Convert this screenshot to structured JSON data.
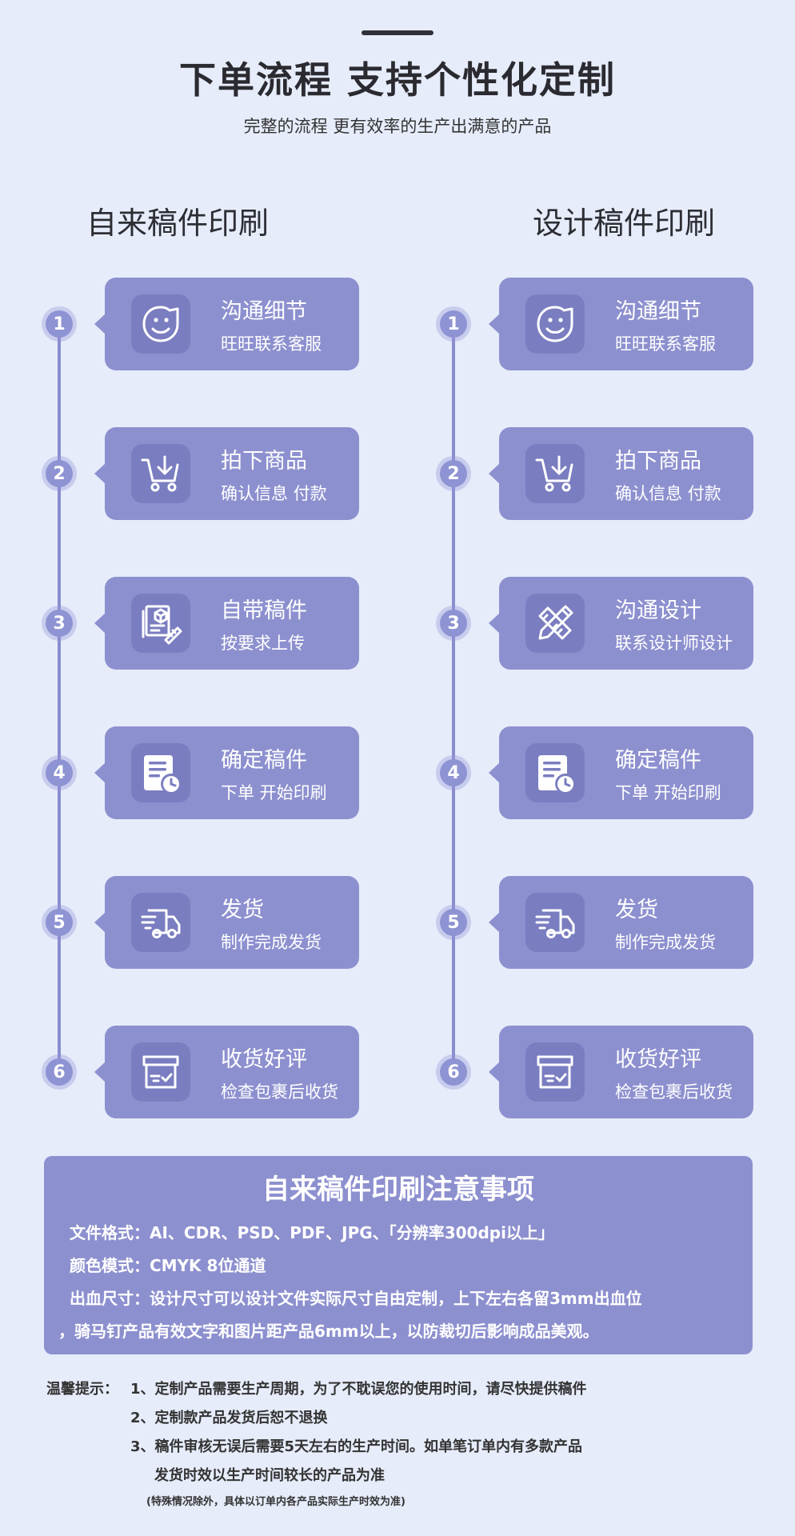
{
  "header": {
    "title": "下单流程 支持个性化定制",
    "subtitle": "完整的流程 更有效率的生产出满意的产品"
  },
  "columns": [
    {
      "title": "自来稿件印刷",
      "steps": [
        {
          "num": "1",
          "icon": "chat-bubble-icon",
          "title": "沟通细节",
          "sub": "旺旺联系客服"
        },
        {
          "num": "2",
          "icon": "cart-download-icon",
          "title": "拍下商品",
          "sub": "确认信息 付款"
        },
        {
          "num": "3",
          "icon": "document-ruler-icon",
          "title": "自带稿件",
          "sub": "按要求上传"
        },
        {
          "num": "4",
          "icon": "document-clock-icon",
          "title": "确定稿件",
          "sub": "下单 开始印刷"
        },
        {
          "num": "5",
          "icon": "delivery-truck-icon",
          "title": "发货",
          "sub": "制作完成发货"
        },
        {
          "num": "6",
          "icon": "package-box-icon",
          "title": "收货好评",
          "sub": "检查包裹后收货"
        }
      ]
    },
    {
      "title": "设计稿件印刷",
      "steps": [
        {
          "num": "1",
          "icon": "chat-bubble-icon",
          "title": "沟通细节",
          "sub": "旺旺联系客服"
        },
        {
          "num": "2",
          "icon": "cart-download-icon",
          "title": "拍下商品",
          "sub": "确认信息 付款"
        },
        {
          "num": "3",
          "icon": "pencil-ruler-icon",
          "title": "沟通设计",
          "sub": "联系设计师设计"
        },
        {
          "num": "4",
          "icon": "document-clock-icon",
          "title": "确定稿件",
          "sub": "下单 开始印刷"
        },
        {
          "num": "5",
          "icon": "delivery-truck-icon",
          "title": "发货",
          "sub": "制作完成发货"
        },
        {
          "num": "6",
          "icon": "package-box-icon",
          "title": "收货好评",
          "sub": "检查包裹后收货"
        }
      ]
    }
  ],
  "notes": {
    "title": "自来稿件印刷注意事项",
    "lines": [
      "文件格式：AI、CDR、PSD、PDF、JPG、「分辨率300dpi以上」",
      "颜色模式：CMYK 8位通道",
      "出血尺寸：设计尺寸可以设计文件实际尺寸自由定制，上下左右各留3mm出血位",
      "，骑马钉产品有效文字和图片距产品6mm以上，以防裁切后影响成品美观。"
    ]
  },
  "tips": {
    "label": "温馨提示：",
    "items": [
      "1、定制产品需要生产周期，为了不耽误您的使用时间，请尽快提供稿件",
      "2、定制款产品发货后恕不退换",
      "3、稿件审核无误后需要5天左右的生产时间。如单笔订单内有多款产品",
      "发货时效以生产时间较长的产品为准"
    ],
    "footnote": "(特殊情况除外，具体以订单内各产品实际生产时效为准)"
  },
  "colors": {
    "background": "#e6ecfa",
    "card": "#8d90cf",
    "icon_box": "#7a7dc0",
    "timeline": "#8a8ecf"
  }
}
